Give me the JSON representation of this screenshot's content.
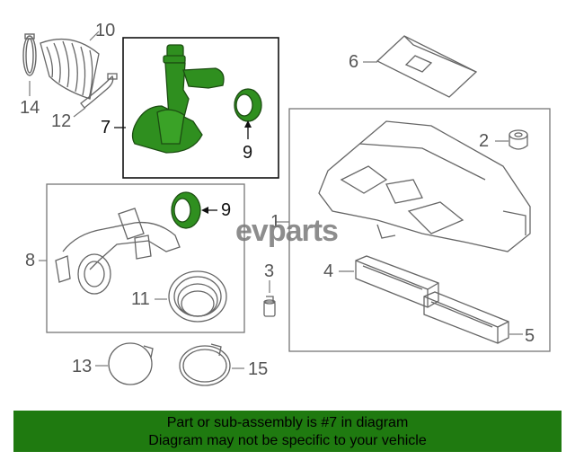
{
  "callouts": {
    "c1": "1",
    "c2": "2",
    "c3": "3",
    "c4": "4",
    "c5": "5",
    "c6": "6",
    "c7": "7",
    "c8": "8",
    "c9a": "9",
    "c9b": "9",
    "c10": "10",
    "c11": "11",
    "c12": "12",
    "c13": "13",
    "c14": "14",
    "c15": "15"
  },
  "watermark": "evparts",
  "banner": {
    "line1": "Part or sub-assembly is #7 in diagram",
    "line2": "Diagram may not be specific to your vehicle"
  },
  "colors": {
    "highlight": "#2f8f1f",
    "banner": "#1f7a10",
    "line": "#555555"
  }
}
